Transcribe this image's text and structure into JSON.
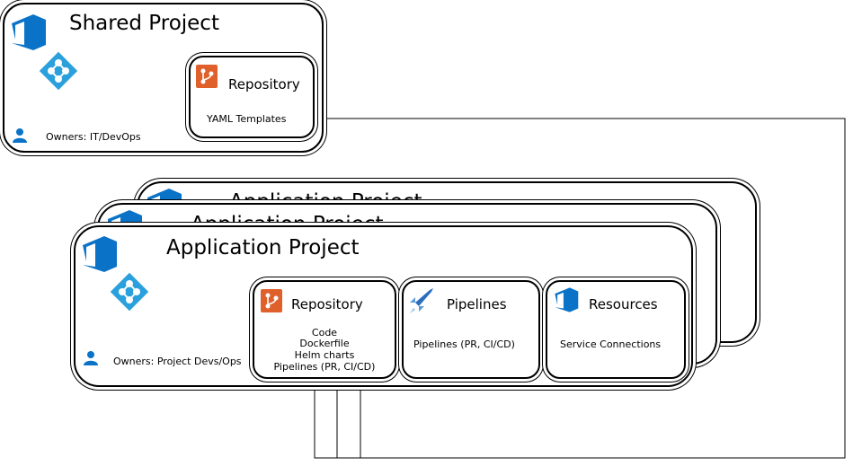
{
  "shared": {
    "title": "Shared Project",
    "owners": "Owners: IT/DevOps",
    "repo_title": "Repository",
    "repo_content": "YAML Templates"
  },
  "app_back": {
    "title": "Application Project"
  },
  "app_mid": {
    "title": "Application Project"
  },
  "app": {
    "title": "Application Project",
    "owners": "Owners: Project Devs/Ops",
    "repo_title": "Repository",
    "repo_lines": [
      "Code",
      "Dockerfile",
      "Helm charts",
      "Pipelines (PR, CI/CD)"
    ],
    "pipelines_title": "Pipelines",
    "pipelines_content": "Pipelines (PR, CI/CD)",
    "resources_title": "Resources",
    "resources_content": "Service Connections"
  },
  "icons": [
    "azure-devops-icon",
    "project-hub-icon",
    "git-repo-icon",
    "pipelines-rocket-icon",
    "user-icon"
  ],
  "colors": {
    "devops_blue": "#0A73C8",
    "hub_blue": "#2AA0DD",
    "git_orange": "#E0602B"
  }
}
